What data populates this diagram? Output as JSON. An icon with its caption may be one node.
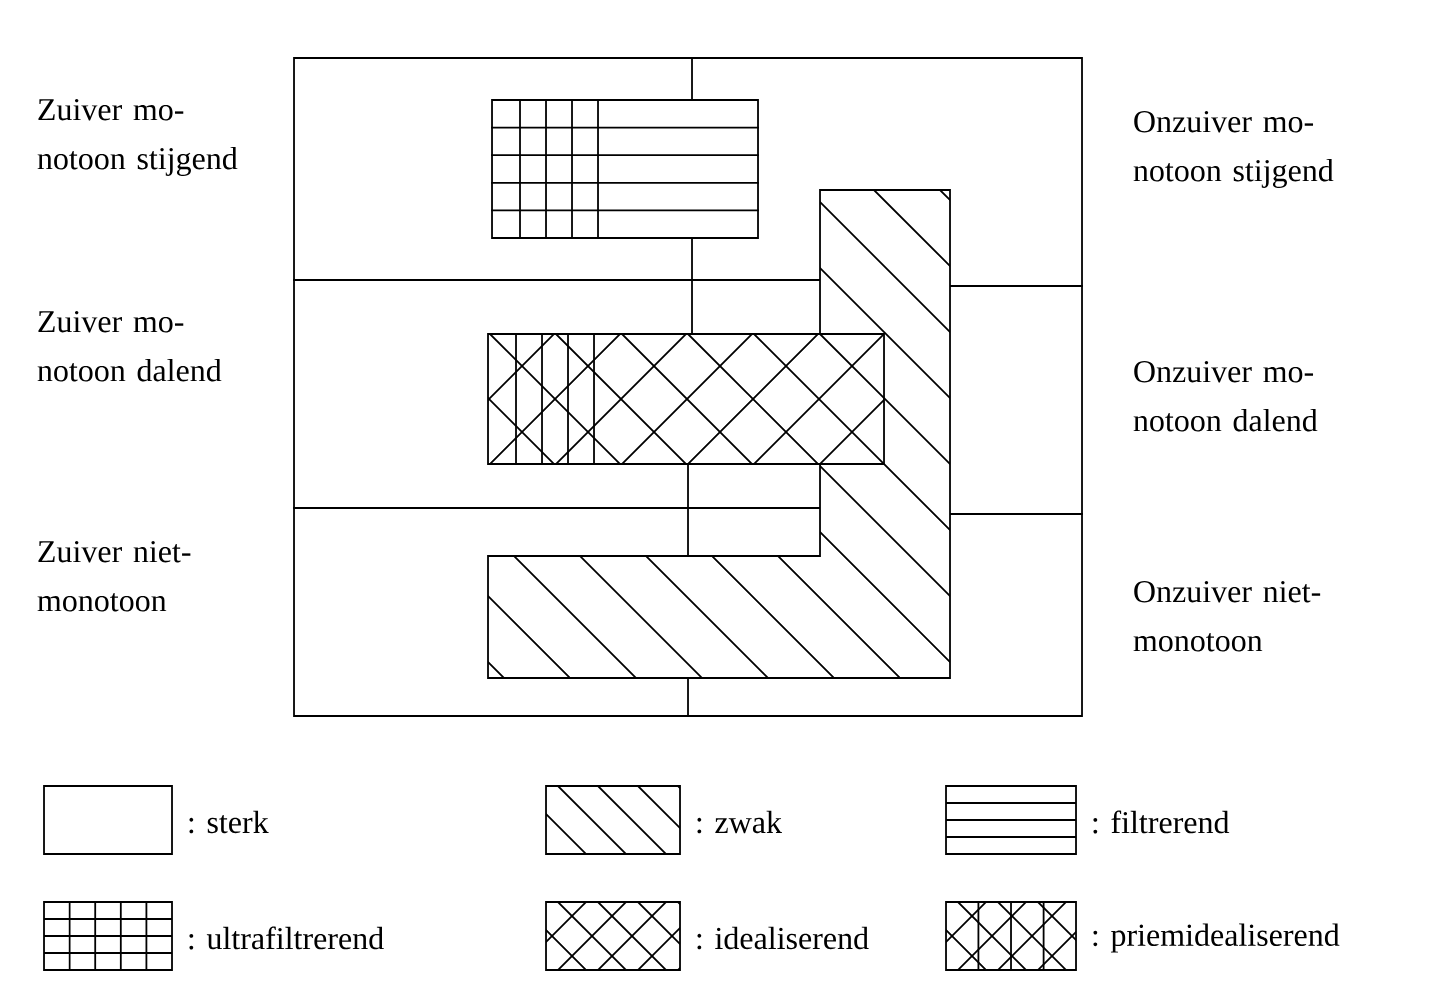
{
  "diagram": {
    "labels": [
      "Zuiver mo- notoon stijgend",
      "Onzuiver mo- notoon stijgend",
      "Zuiver mo- notoon dalend",
      "Onzuiver mo- notoon dalend",
      "Zuiver niet- monotoon",
      "Onzuiver niet- monotoon"
    ],
    "legend": [
      {
        "text": ": sterk"
      },
      {
        "text": ": zwak"
      },
      {
        "text": ": filtrerend"
      },
      {
        "text": ": ultrafiltrerend"
      },
      {
        "text": ": idealiserend"
      },
      {
        "text": ": priemidealiserend"
      }
    ]
  }
}
